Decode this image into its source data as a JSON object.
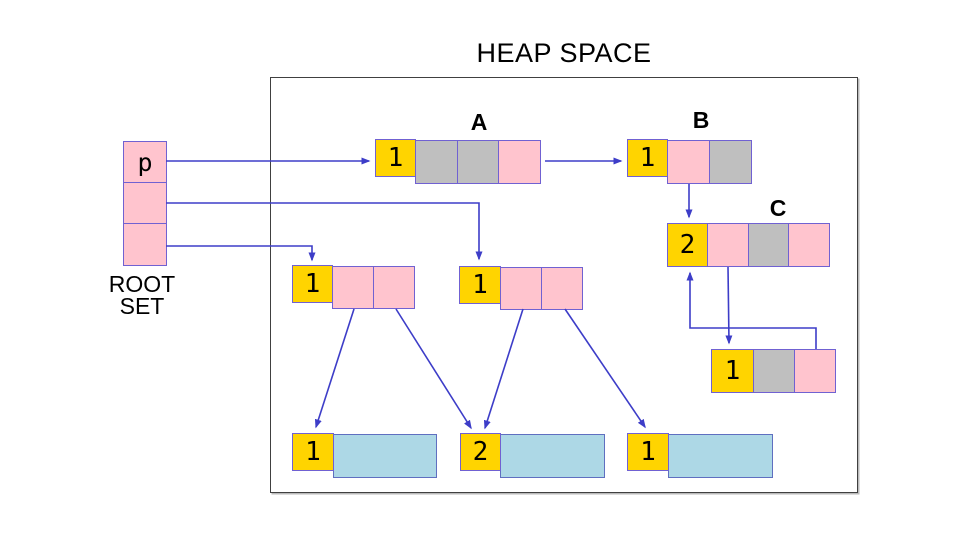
{
  "title": "HEAP SPACE",
  "root_set": {
    "label": [
      "ROOT",
      "SET"
    ],
    "cells": [
      {
        "text": "p"
      },
      {
        "text": ""
      },
      {
        "text": ""
      }
    ]
  },
  "objects": {
    "a": {
      "label": "A",
      "count": "1",
      "cells": [
        "gray",
        "gray",
        "pink"
      ]
    },
    "b": {
      "label": "B",
      "count": "1",
      "cells": [
        "pink",
        "gray"
      ]
    },
    "c": {
      "label": "C",
      "count": "2",
      "cells": [
        "pink",
        "gray",
        "pink"
      ]
    },
    "d": {
      "count": "1",
      "cells": [
        "gray",
        "pink"
      ]
    },
    "mid_left": {
      "count": "1",
      "cells": [
        "pink",
        "pink"
      ]
    },
    "mid_right": {
      "count": "1",
      "cells": [
        "pink",
        "pink"
      ]
    },
    "bottom_left": {
      "count": "1",
      "cells": [
        "blue"
      ]
    },
    "bottom_mid": {
      "count": "2",
      "cells": [
        "blue"
      ]
    },
    "bottom_right": {
      "count": "1",
      "cells": [
        "blue"
      ]
    }
  },
  "colors": {
    "yellow": "#ffd400",
    "pink": "#ffc4ce",
    "gray": "#bfbfbf",
    "blue": "#add8e6",
    "cellBorder": "#7061d2",
    "blueBorder": "#5f6fc0",
    "heapBorder": "#404040",
    "arrow": "#3d3dc8",
    "text": "#000000"
  }
}
